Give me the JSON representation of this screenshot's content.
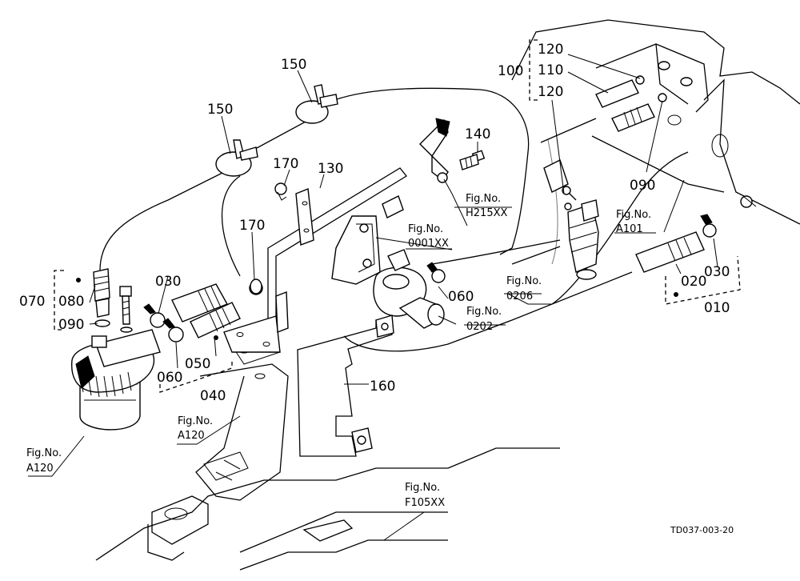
{
  "part_labels": {
    "p150a": "150",
    "p150b": "150",
    "p170a": "170",
    "p170b": "170",
    "p130": "130",
    "p140": "140",
    "p120a": "120",
    "p110": "110",
    "p120b": "120",
    "p100": "100",
    "p090a": "090",
    "p070": "070",
    "p080": "080",
    "p090b": "090",
    "p030a": "030",
    "p060a": "060",
    "p050": "050",
    "p040": "040",
    "p060b": "060",
    "p160": "160",
    "p030b": "030",
    "p020": "020",
    "p010": "010"
  },
  "fig_refs": [
    {
      "id": "h215",
      "label": "Fig.No.",
      "code": "H215XX"
    },
    {
      "id": "0001",
      "label": "Fig.No.",
      "code": "0001XX"
    },
    {
      "id": "a101",
      "label": "Fig.No.",
      "code": "A101"
    },
    {
      "id": "0206",
      "label": "Fig.No.",
      "code": "0206"
    },
    {
      "id": "0202",
      "label": "Fig.No.",
      "code": "0202"
    },
    {
      "id": "a120a",
      "label": "Fig.No.",
      "code": "A120"
    },
    {
      "id": "a120b",
      "label": "Fig.No.",
      "code": "A120"
    },
    {
      "id": "f105",
      "label": "Fig.No.",
      "code": "F105XX"
    }
  ],
  "drawing_id": "TD037-003-20"
}
